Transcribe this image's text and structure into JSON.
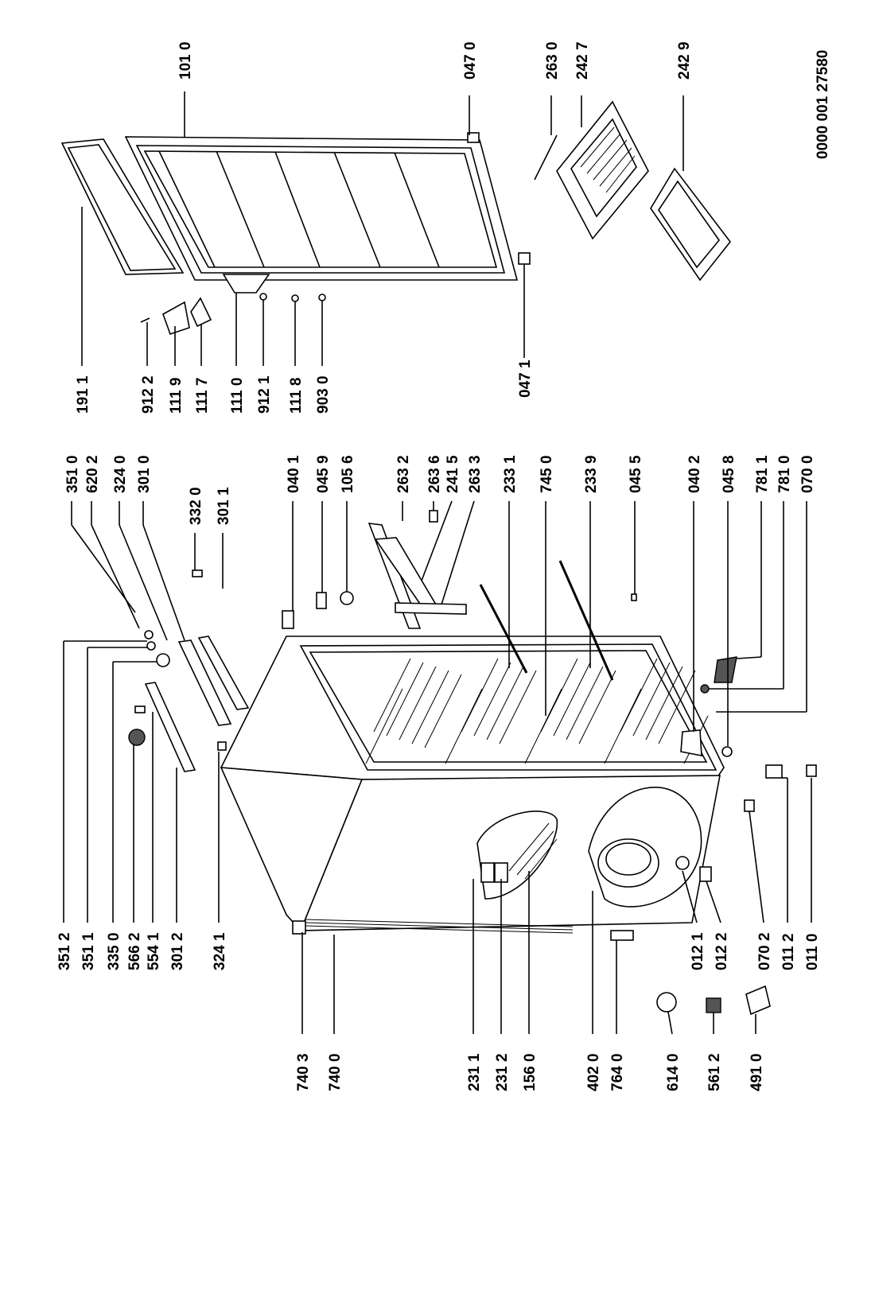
{
  "document_number": "0000 001 27580",
  "labels": {
    "l_101_0": "101 0",
    "l_047_0": "047 0",
    "l_263_0": "263 0",
    "l_242_7": "242 7",
    "l_242_9": "242 9",
    "l_191_1": "191 1",
    "l_912_2": "912 2",
    "l_111_9": "111 9",
    "l_111_7": "111 7",
    "l_111_0": "111 0",
    "l_912_1": "912 1",
    "l_111_8": "111 8",
    "l_903_0": "903 0",
    "l_047_1": "047 1",
    "l_351_0": "351 0",
    "l_620_2": "620 2",
    "l_324_0": "324 0",
    "l_301_0": "301 0",
    "l_332_0": "332 0",
    "l_301_1": "301 1",
    "l_040_1": "040 1",
    "l_045_9": "045 9",
    "l_105_6": "105 6",
    "l_263_2": "263 2",
    "l_263_6": "263 6",
    "l_241_5": "241 5",
    "l_263_3": "263 3",
    "l_233_1": "233 1",
    "l_745_0": "745 0",
    "l_233_9": "233 9",
    "l_045_5": "045 5",
    "l_040_2": "040 2",
    "l_045_8": "045 8",
    "l_781_1": "781 1",
    "l_781_0": "781 0",
    "l_070_0": "070 0",
    "l_351_2": "351 2",
    "l_351_1": "351 1",
    "l_335_0": "335 0",
    "l_566_2": "566 2",
    "l_554_1": "554 1",
    "l_301_2": "301 2",
    "l_324_1": "324 1",
    "l_012_1": "012 1",
    "l_012_2": "012 2",
    "l_070_2": "070 2",
    "l_011_2": "011 2",
    "l_011_0": "011 0",
    "l_740_3": "740 3",
    "l_740_0": "740 0",
    "l_231_1": "231 1",
    "l_231_2": "231 2",
    "l_156_0": "156 0",
    "l_402_0": "402 0",
    "l_764_0": "764 0",
    "l_614_0": "614 0",
    "l_561_2": "561 2",
    "l_491_0": "491 0"
  }
}
